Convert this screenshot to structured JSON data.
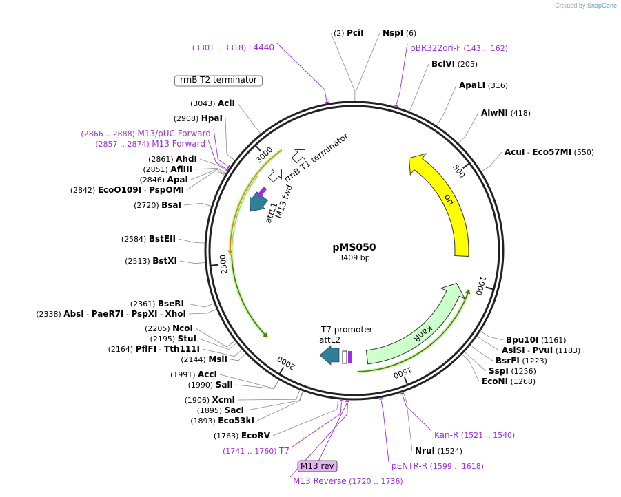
{
  "branding": {
    "prefix": "Created by",
    "name": "SnapGene"
  },
  "plasmid": {
    "name": "pMS050",
    "length_label": "3409 bp",
    "length": 3409
  },
  "ticks": [
    {
      "pos": 500,
      "label": "500"
    },
    {
      "pos": 1000,
      "label": "1000"
    },
    {
      "pos": 1500,
      "label": "1500"
    },
    {
      "pos": 2000,
      "label": "2000"
    },
    {
      "pos": 2500,
      "label": "2500"
    },
    {
      "pos": 3000,
      "label": "3000"
    }
  ],
  "features": [
    {
      "name": "ori",
      "start": 290,
      "end": 880,
      "dir": "ccw",
      "color": "#ffff00",
      "type": "arrow"
    },
    {
      "name": "KanR",
      "start": 1020,
      "end": 1640,
      "dir": "ccw",
      "color": "#ccffcc",
      "type": "arrow"
    },
    {
      "name": "rrnB T2 terminator",
      "pos": 3325,
      "color": "#ffffff",
      "type": "marker"
    },
    {
      "name": "rrnB T1 terminator",
      "pos": 3210,
      "color": "#ffffff",
      "type": "marker"
    },
    {
      "name": "attL1",
      "pos": 2935,
      "color": "#2f7f96",
      "type": "marker"
    },
    {
      "name": "M13 fwd",
      "pos": 3000,
      "color": "#9a2ee0",
      "type": "marker"
    },
    {
      "name": "T7 promoter",
      "pos": 1708,
      "color": "#ffffff",
      "type": "marker"
    },
    {
      "name": "attL2",
      "pos": 1735,
      "color": "#2f7f96",
      "type": "marker"
    }
  ],
  "orfs": [
    {
      "start": 1690,
      "end": 1030,
      "color": "#4a7a00"
    },
    {
      "start": 2920,
      "end": 2130,
      "color": "#4a7a00"
    },
    {
      "start": 3070,
      "end": 2540,
      "color": "#d08a00"
    }
  ],
  "enzymes": [
    {
      "name": "PciI",
      "pos_label": "(2)",
      "pos": 2
    },
    {
      "name": "NspI",
      "pos_label": "(6)",
      "pos": 6
    },
    {
      "name": "BclVI",
      "pos_label": "(205)",
      "pos": 205
    },
    {
      "name": "ApaLI",
      "pos_label": "(316)",
      "pos": 316
    },
    {
      "name": "AlwNI",
      "pos_label": "(418)",
      "pos": 418
    },
    {
      "name": "AcuI - Eco57MI",
      "pos_label": "(550)",
      "pos": 550
    },
    {
      "name": "Bpu10I",
      "pos_label": "(1161)",
      "pos": 1161
    },
    {
      "name": "AsiSI - PvuI",
      "pos_label": "(1183)",
      "pos": 1183
    },
    {
      "name": "BsrFI",
      "pos_label": "(1223)",
      "pos": 1223
    },
    {
      "name": "SspI",
      "pos_label": "(1256)",
      "pos": 1256
    },
    {
      "name": "EcoNI",
      "pos_label": "(1268)",
      "pos": 1268
    },
    {
      "name": "NruI",
      "pos_label": "(1524)",
      "pos": 1524
    },
    {
      "name": "EcoRV",
      "pos_label": "(1763)",
      "pos": 1763
    },
    {
      "name": "Eco53kI",
      "pos_label": "(1893)",
      "pos": 1893
    },
    {
      "name": "SacI",
      "pos_label": "(1895)",
      "pos": 1895
    },
    {
      "name": "XcmI",
      "pos_label": "(1906)",
      "pos": 1906
    },
    {
      "name": "SalI",
      "pos_label": "(1990)",
      "pos": 1990
    },
    {
      "name": "AccI",
      "pos_label": "(1991)",
      "pos": 1991
    },
    {
      "name": "MslI",
      "pos_label": "(2144)",
      "pos": 2144
    },
    {
      "name": "PflFI - Tth111I",
      "pos_label": "(2164)",
      "pos": 2164
    },
    {
      "name": "StuI",
      "pos_label": "(2195)",
      "pos": 2195
    },
    {
      "name": "NcoI",
      "pos_label": "(2205)",
      "pos": 2205
    },
    {
      "name": "AbsI - PaeR7I - PspXI - XhoI",
      "pos_label": "(2338)",
      "pos": 2338
    },
    {
      "name": "BseRI",
      "pos_label": "(2361)",
      "pos": 2361
    },
    {
      "name": "BstXI",
      "pos_label": "(2513)",
      "pos": 2513
    },
    {
      "name": "BstEII",
      "pos_label": "(2584)",
      "pos": 2584
    },
    {
      "name": "BsaI",
      "pos_label": "(2720)",
      "pos": 2720
    },
    {
      "name": "EcoO109I - PspOMI",
      "pos_label": "(2842)",
      "pos": 2842
    },
    {
      "name": "ApaI",
      "pos_label": "(2846)",
      "pos": 2846
    },
    {
      "name": "AflIII",
      "pos_label": "(2851)",
      "pos": 2851
    },
    {
      "name": "AhdI",
      "pos_label": "(2861)",
      "pos": 2861
    },
    {
      "name": "HpaI",
      "pos_label": "(2908)",
      "pos": 2908
    },
    {
      "name": "AclI",
      "pos_label": "(3043)",
      "pos": 3043
    }
  ],
  "primers": [
    {
      "name": "L4440",
      "range": "(3301 .. 3318)",
      "pos": 3310
    },
    {
      "name": "pBR322ori-F",
      "range": "(143 .. 162)",
      "pos": 152
    },
    {
      "name": "M13/pUC Forward",
      "range": "(2866 .. 2888)",
      "pos": 2877
    },
    {
      "name": "M13 Forward",
      "range": "(2857 .. 2874)",
      "pos": 2865
    },
    {
      "name": "Kan-R",
      "range": "(1521 .. 1540)",
      "pos": 1530
    },
    {
      "name": "pENTR-R",
      "range": "(1599 .. 1618)",
      "pos": 1608
    },
    {
      "name": "T7",
      "range": "(1741 .. 1760)",
      "pos": 1750
    },
    {
      "name": "M13 rev",
      "range": "",
      "pos": 1730
    },
    {
      "name": "M13 Reverse",
      "range": "(1720 .. 1736)",
      "pos": 1728
    }
  ]
}
